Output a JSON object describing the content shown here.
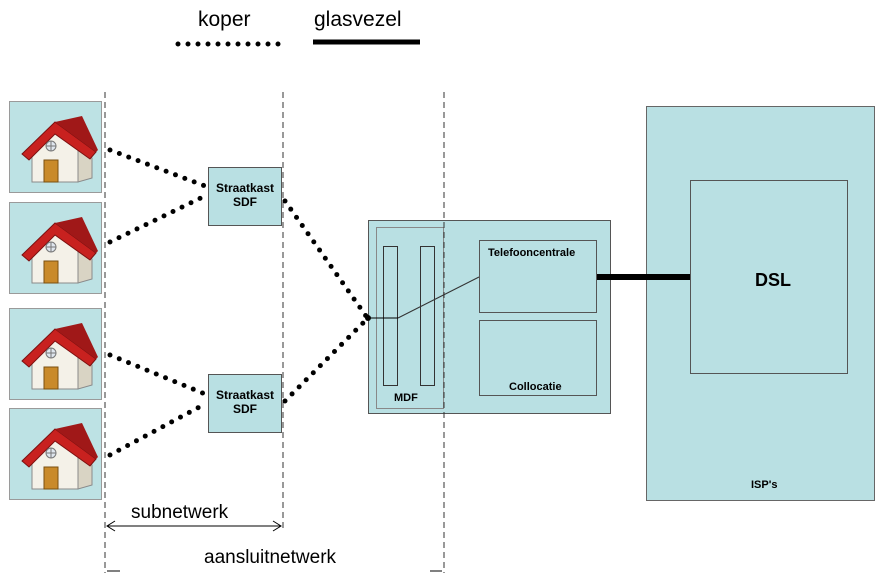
{
  "legend": {
    "copper_label": "koper",
    "fiber_label": "glasvezel"
  },
  "cabinets": [
    {
      "line1": "Straatkast",
      "line2": "SDF"
    },
    {
      "line1": "Straatkast",
      "line2": "SDF"
    }
  ],
  "exchange": {
    "mdf_label": "MDF",
    "exchange_label": "Telefooncentrale",
    "collocation_label": "Collocatie"
  },
  "isp": {
    "label": "ISP's",
    "dsl_label": "DSL"
  },
  "scale": {
    "subnetwork_label": "subnetwerk",
    "access_network_label": "aansluitnetwerk"
  },
  "houses": [
    "house-1",
    "house-2",
    "house-3",
    "house-4"
  ],
  "colors": {
    "panel": "#b9e0e3",
    "roof": "#c8211f",
    "door": "#c98a2a"
  }
}
